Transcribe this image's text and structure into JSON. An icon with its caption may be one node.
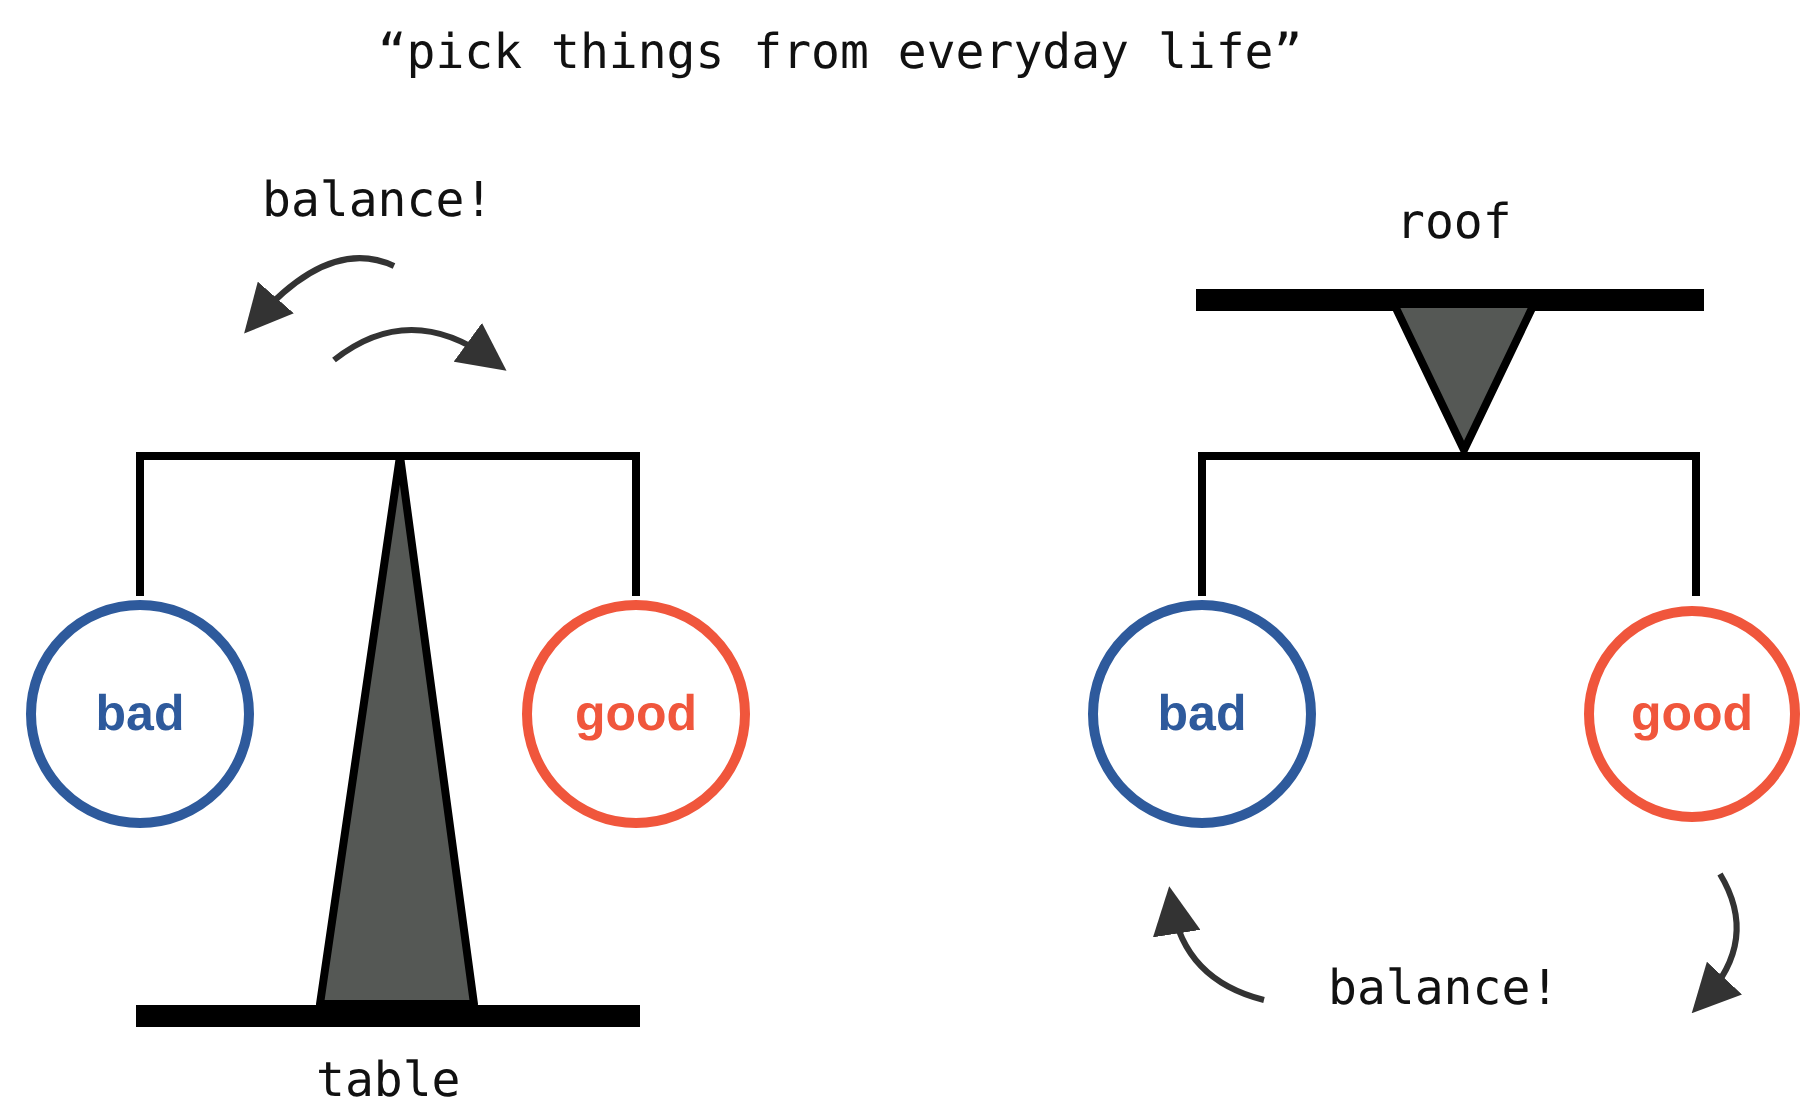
{
  "diagram": {
    "title": "“pick things from everyday life”",
    "nodes": [
      {
        "text": [
          "bad"
        ]
      },
      {
        "text": [
          "good"
        ]
      },
      {
        "text": [
          "bad"
        ]
      },
      {
        "text": [
          "good"
        ]
      }
    ],
    "labels": [
      "balance!",
      "roof",
      "balance!",
      "table"
    ]
  }
}
